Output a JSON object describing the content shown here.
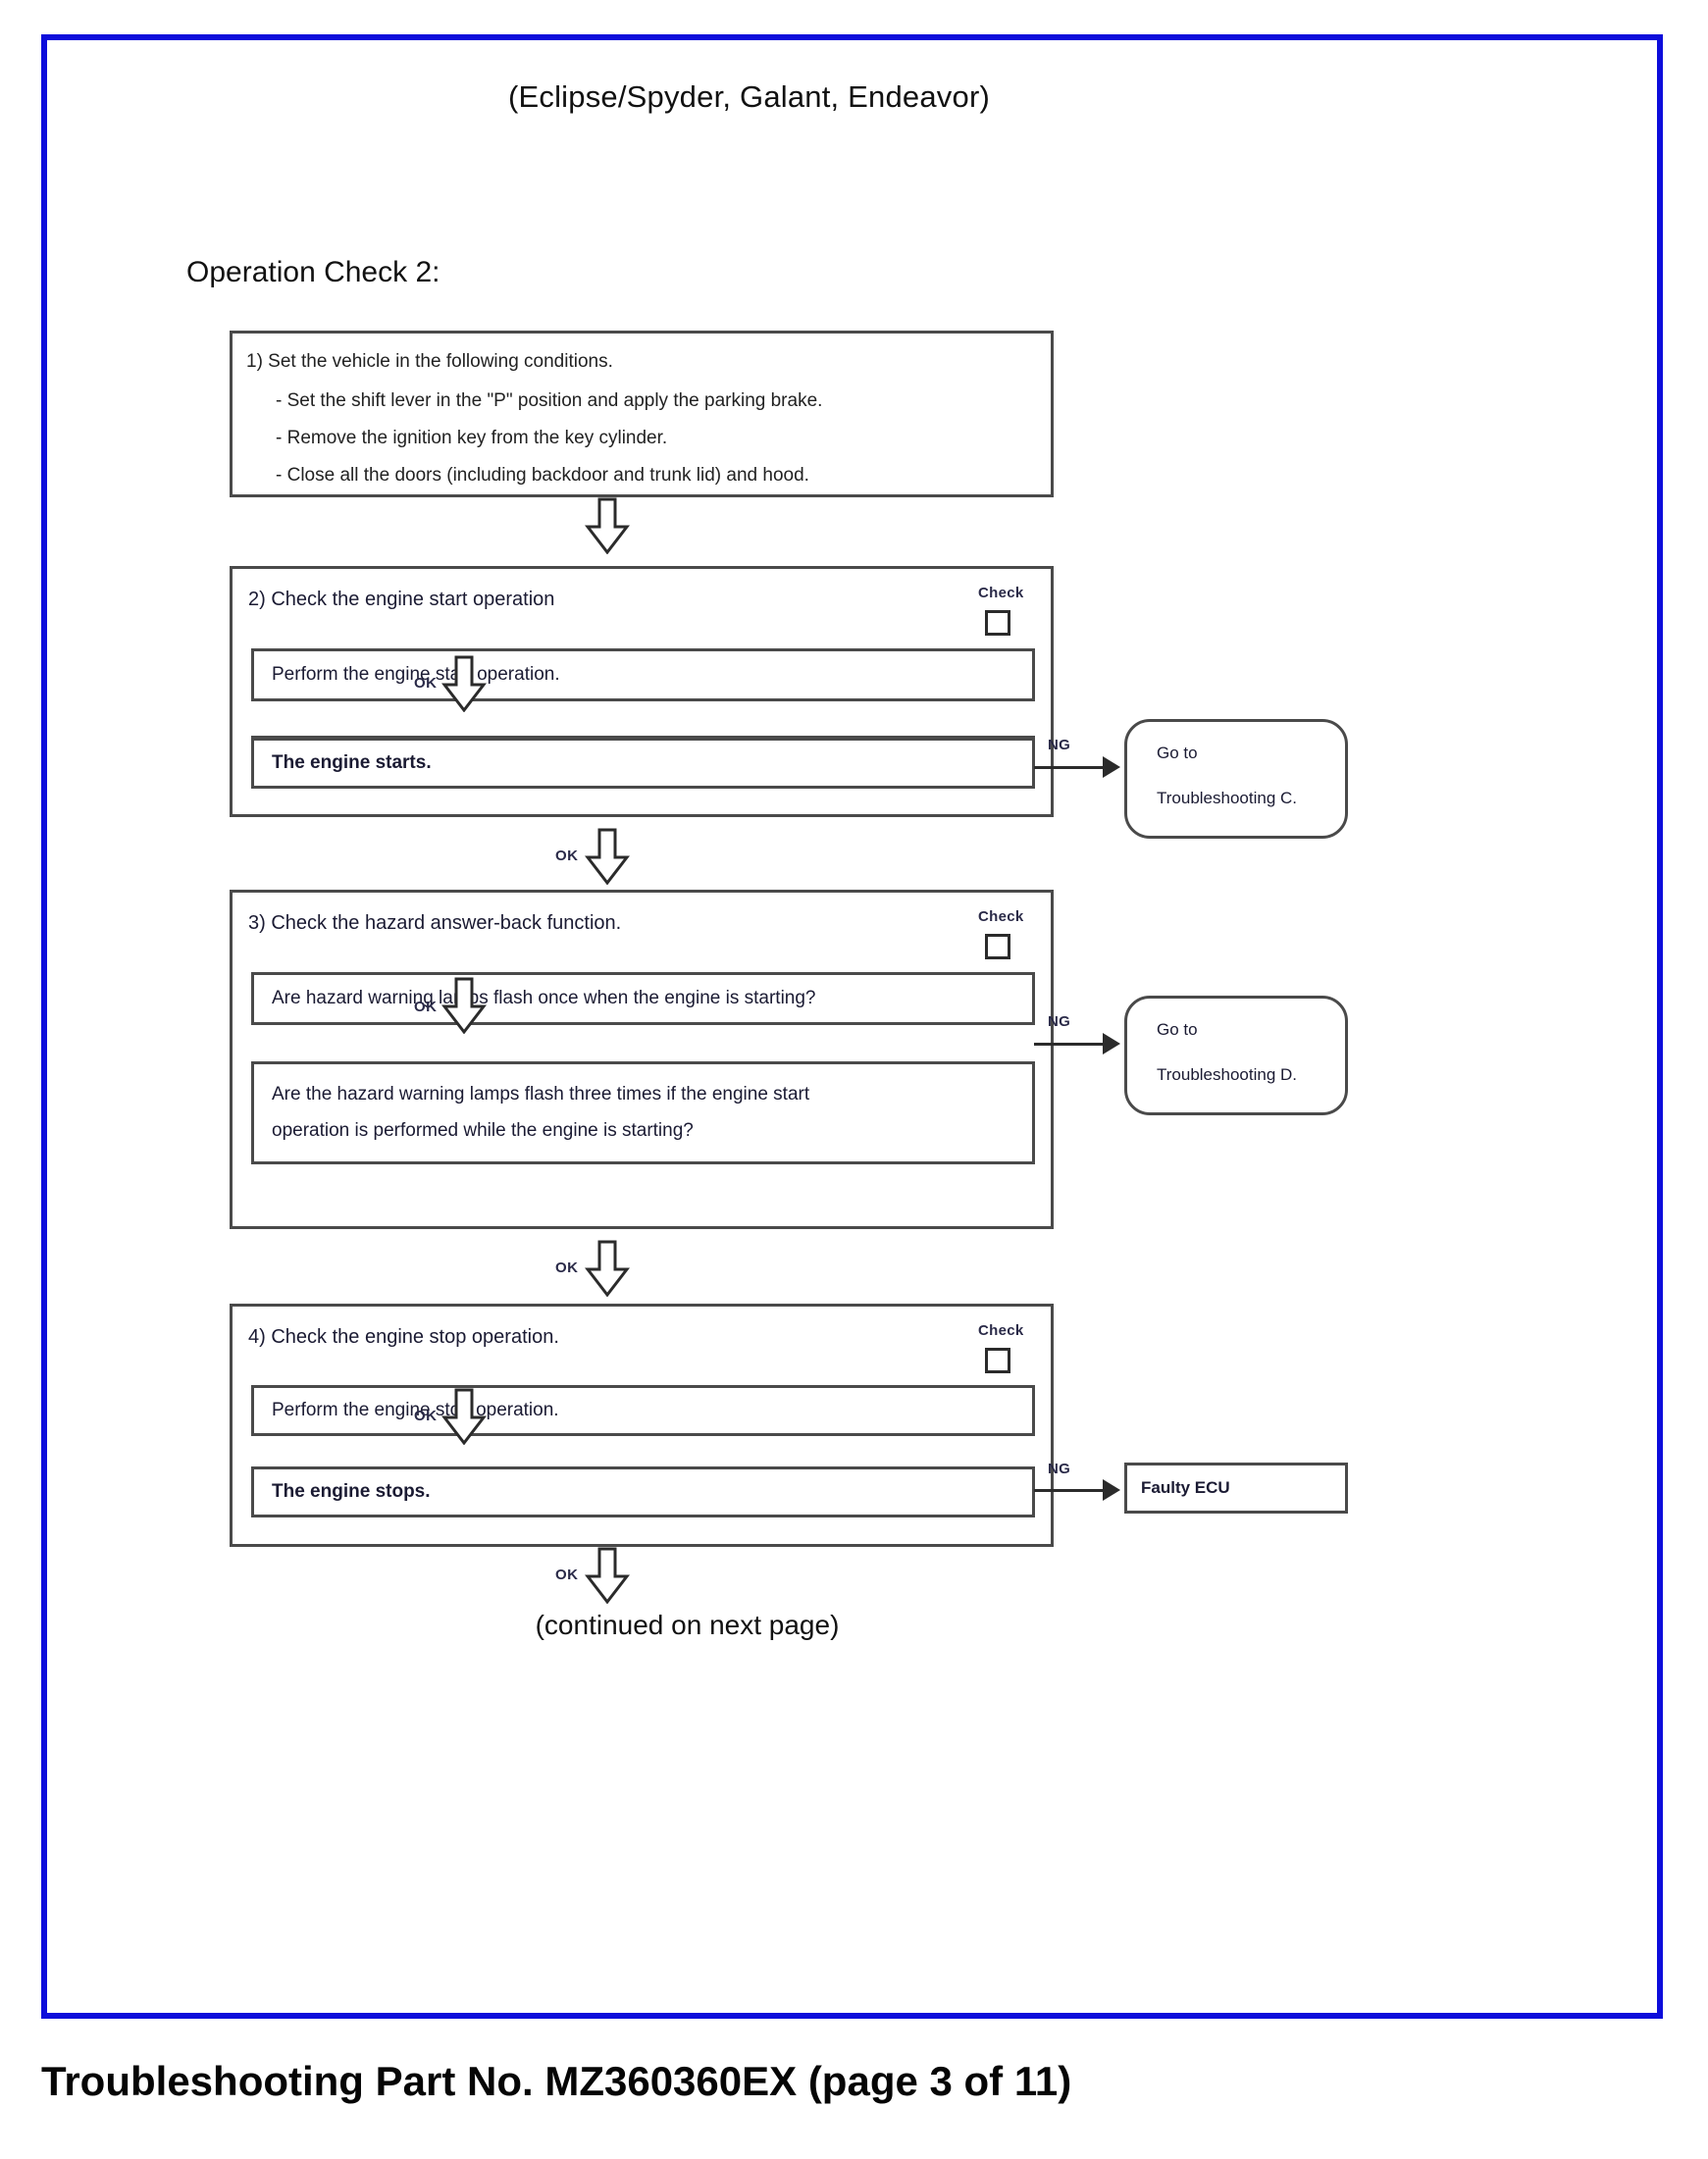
{
  "header": {
    "models": "(Eclipse/Spyder, Galant, Endeavor)",
    "operation_title": "Operation Check 2:"
  },
  "flow": {
    "step1": {
      "number": "1)",
      "heading": "1) Set the vehicle in the following conditions.",
      "bullets": [
        "- Set the shift lever in the \"P\" position and apply the parking brake.",
        "- Remove the ignition key from the key cylinder.",
        "- Close all the doors (including backdoor and trunk lid) and hood."
      ]
    },
    "step2": {
      "heading": "2) Check the engine start operation",
      "check_label": "Check",
      "action": "Perform the engine start operation.",
      "ok_label": "OK",
      "result": "The engine starts.",
      "ng_label": "NG",
      "goto_line1": "Go to",
      "goto_line2": "Troubleshooting  C."
    },
    "step3": {
      "heading": "3) Check the hazard answer-back function.",
      "check_label": "Check",
      "question1": "Are hazard warning lamps flash once when the engine is starting?",
      "ok_label": "OK",
      "question2_line1": "Are the hazard warning lamps flash three times if the engine start",
      "question2_line2": "operation is performed while the engine is starting?",
      "ng_label": "NG",
      "goto_line1": "Go to",
      "goto_line2": "Troubleshooting  D."
    },
    "step4": {
      "heading": "4) Check the engine stop operation.",
      "check_label": "Check",
      "action": "Perform the engine stop operation.",
      "ok_label": "OK",
      "result": "The engine stops.",
      "ng_label": "NG",
      "fault_label": "Faulty ECU"
    },
    "ok_between_2_3": "OK",
    "ok_between_3_4": "OK",
    "ok_to_continued": "OK",
    "continued": "(continued on next page)"
  },
  "footer": {
    "text": "Troubleshooting Part No. MZ360360EX (page 3 of 11)"
  },
  "colors": {
    "page_frame": "#0d0ddb",
    "box_border": "#4a4a4a",
    "text": "#1b1b33"
  }
}
